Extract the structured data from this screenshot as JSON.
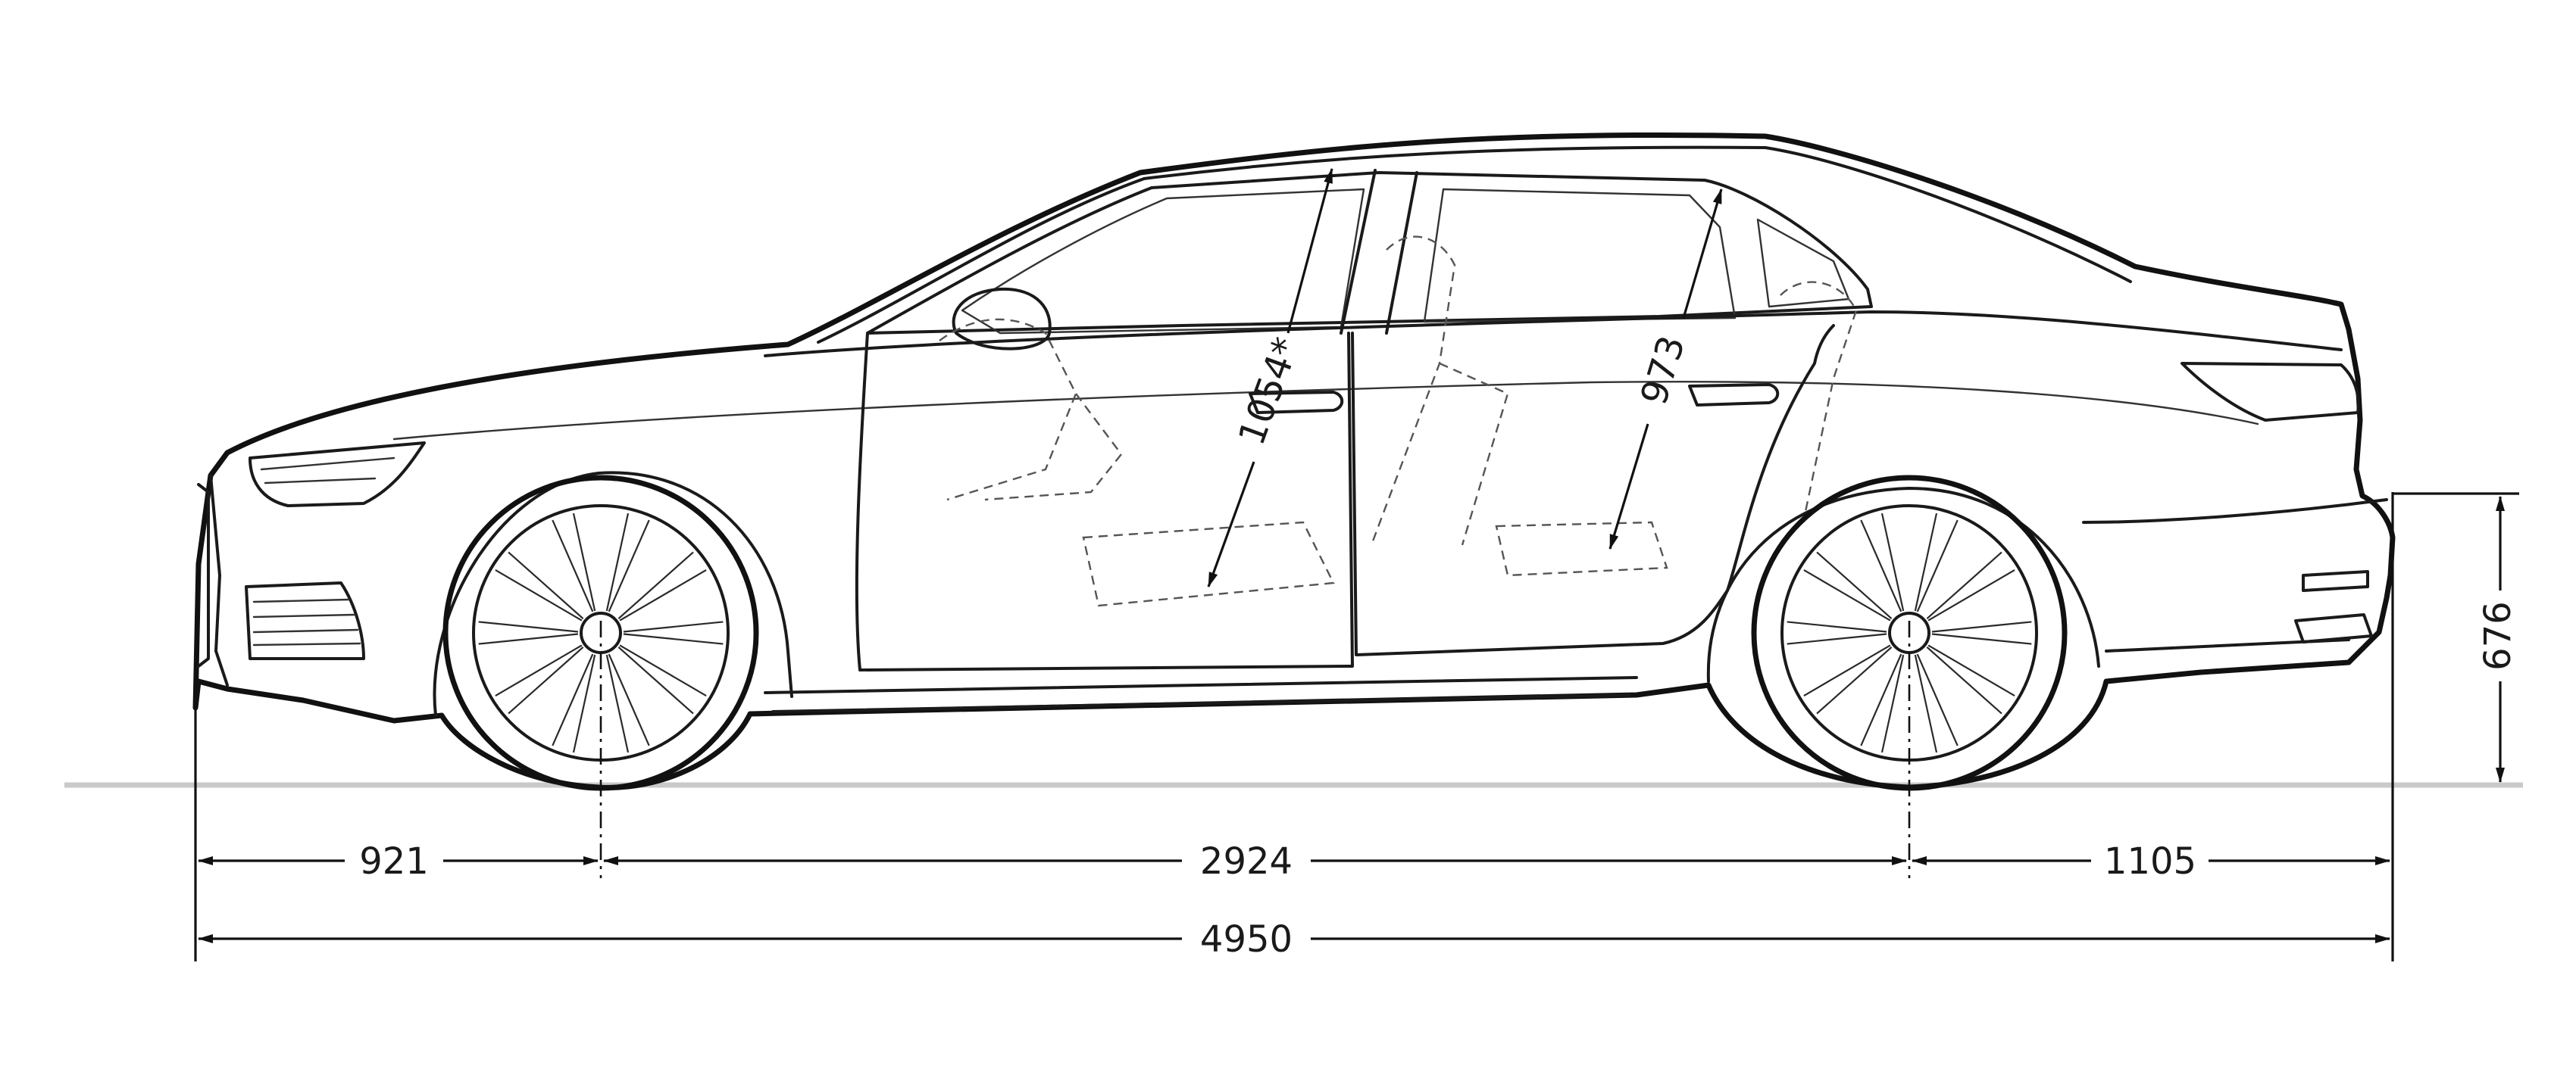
{
  "dimensions": {
    "front_overhang": "921",
    "wheelbase": "2924",
    "rear_overhang": "1105",
    "overall_length": "4950",
    "rear_height": "676",
    "front_headroom": "1054*",
    "rear_headroom": "973"
  },
  "colors": {
    "line": "#1a1a1a",
    "ground": "#c9c9c9",
    "background": "#ffffff"
  }
}
